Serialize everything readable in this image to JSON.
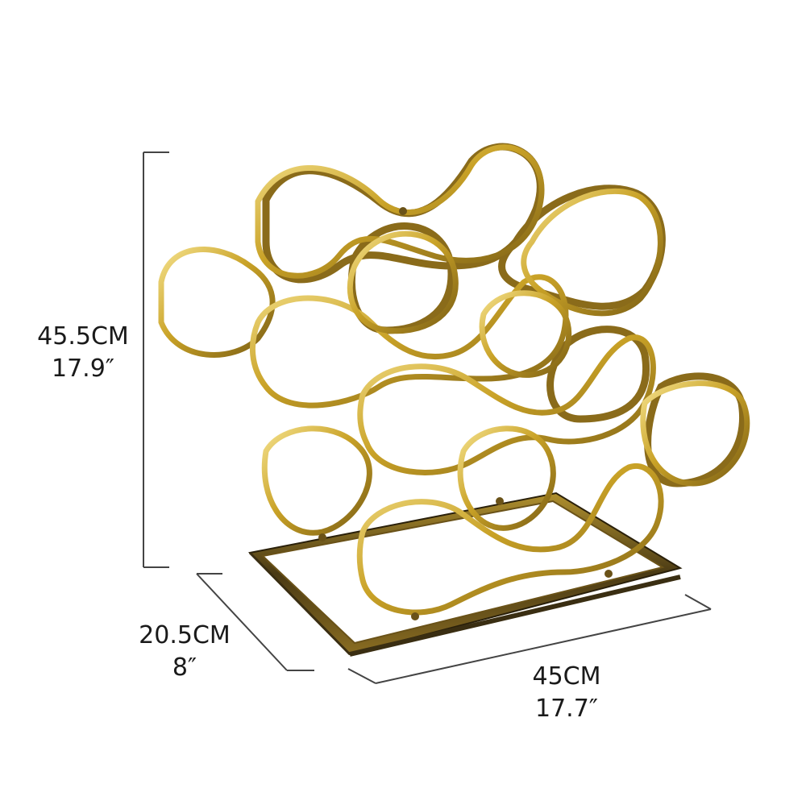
{
  "dimensions": {
    "height": {
      "metric": "45.5CM",
      "imperial": "17.9″"
    },
    "depth": {
      "metric": "20.5CM",
      "imperial": "8″"
    },
    "width": {
      "metric": "45CM",
      "imperial": "17.7″"
    }
  },
  "colors": {
    "background": "#ffffff",
    "dimension_line": "#444444",
    "text": "#1a1a1a",
    "gold_light": "#f1da7a",
    "gold_mid": "#c9a227",
    "gold_dark": "#7a5e14",
    "base_dark": "#3a2e12"
  }
}
